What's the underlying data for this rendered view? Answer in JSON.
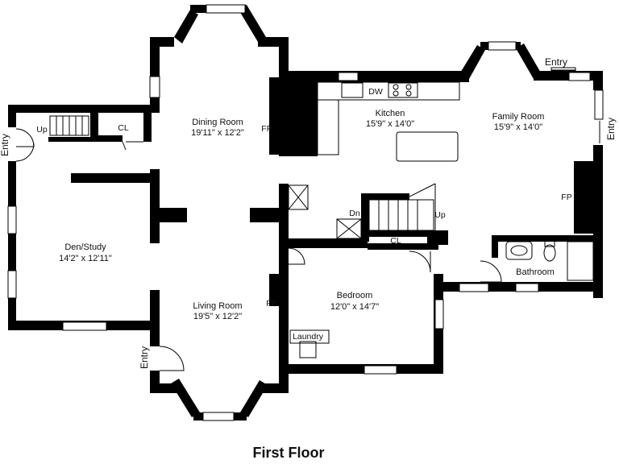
{
  "floor_title": "First Floor",
  "rooms": {
    "dining": {
      "name": "Dining Room",
      "dims": "19'11\" x 12'2\""
    },
    "kitchen": {
      "name": "Kitchen",
      "dims": "15'9\" x 14'0\""
    },
    "family": {
      "name": "Family Room",
      "dims": "15'9\" x 14'0\""
    },
    "den": {
      "name": "Den/Study",
      "dims": "14'2\" x 12'11\""
    },
    "living": {
      "name": "Living Room",
      "dims": "19'5\" x 12'2\""
    },
    "bedroom": {
      "name": "Bedroom",
      "dims": "12'0\" x 14'7\""
    },
    "bathroom": {
      "name": "Bathroom"
    },
    "laundry": {
      "name": "Laundry"
    }
  },
  "labels": {
    "cl_top": "CL",
    "cl_bottom": "CL",
    "up_top": "Up",
    "up_stair": "Up",
    "dn_stair": "Dn",
    "dw": "DW",
    "fp_dining": "FP",
    "fp_living": "FP",
    "fp_family": "FP",
    "entry_left": "Entry",
    "entry_top_right": "Entry",
    "entry_right": "Entry",
    "entry_bottom_left": "Entry"
  }
}
